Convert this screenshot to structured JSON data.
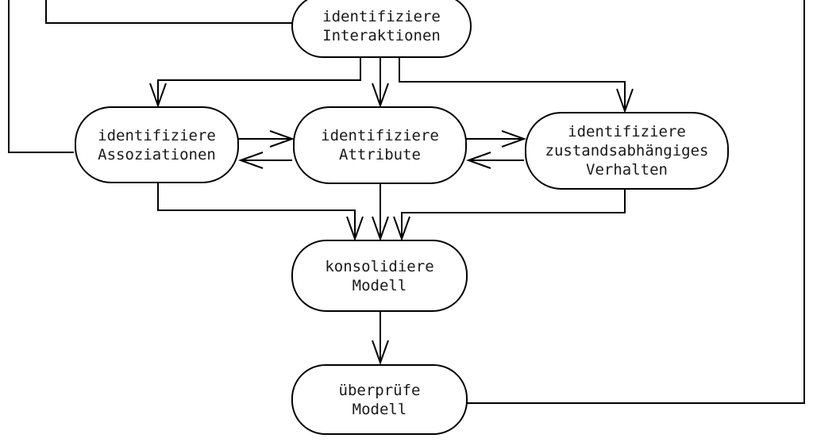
{
  "diagram": {
    "nodes": {
      "identify_interactions": {
        "label": "identifiziere\nInteraktionen"
      },
      "identify_associations": {
        "label": "identifiziere\nAssoziationen"
      },
      "identify_attributes": {
        "label": "identifiziere\nAttribute"
      },
      "identify_state_behavior": {
        "label": "identifiziere\nzustandsabhängiges\nVerhalten"
      },
      "consolidate_model": {
        "label": "konsolidiere\nModell"
      },
      "verify_model": {
        "label": "überprüfe\nModell"
      }
    },
    "colors": {
      "stroke": "#000000",
      "text": "#1a1a1a",
      "background": "#ffffff"
    }
  }
}
